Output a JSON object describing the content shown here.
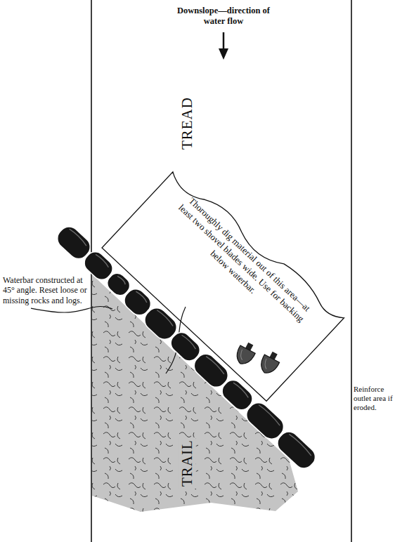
{
  "diagram": {
    "nodes": [
      {
        "text": [
          "Thoroughly dig material out of this area—at least two shovel blades wide. Use for backing below waterbar."
        ]
      }
    ],
    "labels": [
      "Downslope—direction of water flow",
      "TREAD",
      "Waterbar constructed at 45° angle. Reset loose or missing rocks and logs.",
      "Reinforce outlet area if eroded.",
      "TRAIL"
    ]
  }
}
